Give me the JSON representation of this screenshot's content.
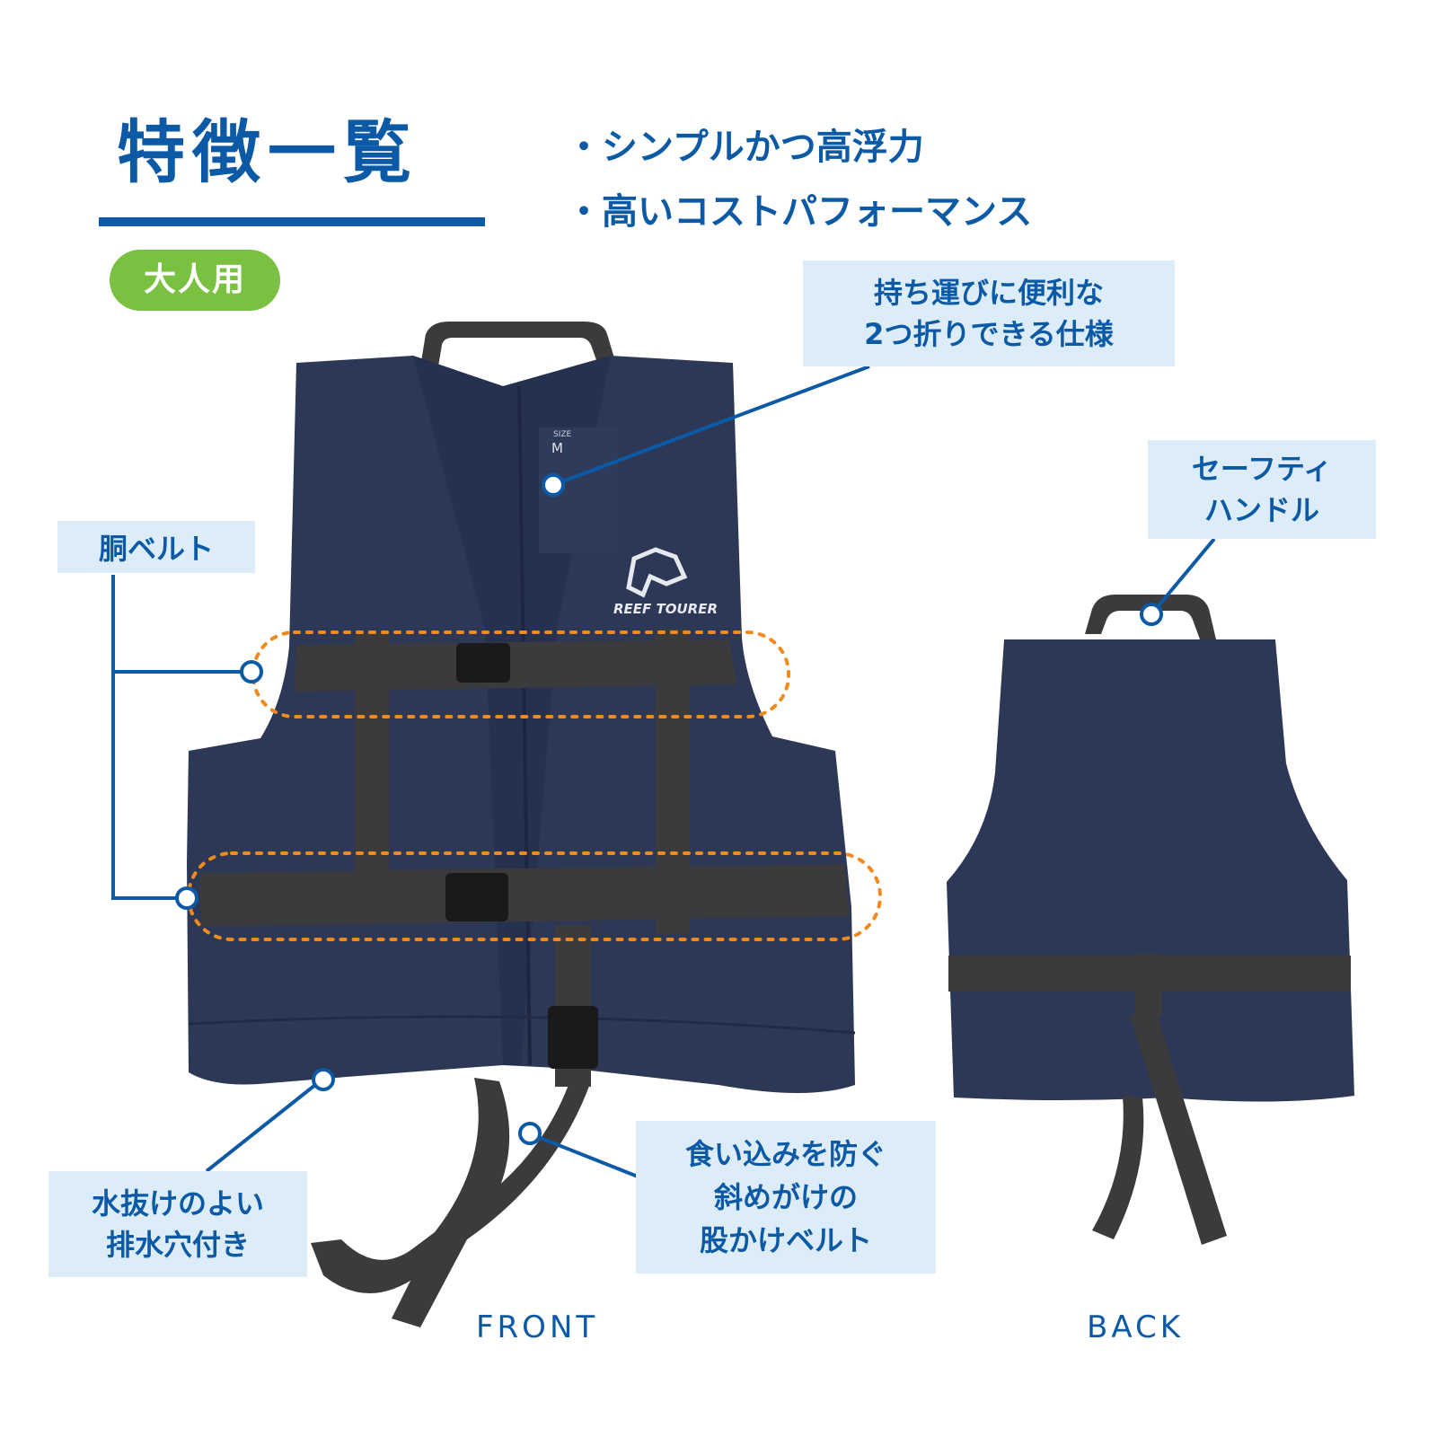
{
  "header": {
    "title": "特徴一覧",
    "badge": "大人用",
    "features": [
      "シンプルかつ高浮力",
      "高いコストパフォーマンス"
    ]
  },
  "callouts": {
    "fold": [
      "持ち運びに便利な",
      "2つ折りできる仕様"
    ],
    "safety_handle": [
      "セーフティ",
      "ハンドル"
    ],
    "torso_belt": [
      "胴ベルト"
    ],
    "drain": [
      "水抜けのよい",
      "排水穴付き"
    ],
    "crotch_belt": [
      "食い込みを防ぐ",
      "斜めがけの",
      "股かけベルト"
    ]
  },
  "views": {
    "front": "FRONT",
    "back": "BACK"
  },
  "vest": {
    "logo_text": "REEF TOURER",
    "tag_size_label": "SIZE",
    "tag_size": "M"
  },
  "colors": {
    "accent_blue": "#0c5aa6",
    "badge_green": "#7ac142",
    "callout_bg": "#dcedf9",
    "highlight_orange": "#f08a1c",
    "vest_navy": "#2c3856",
    "strap_gray": "#3b3b3d"
  }
}
